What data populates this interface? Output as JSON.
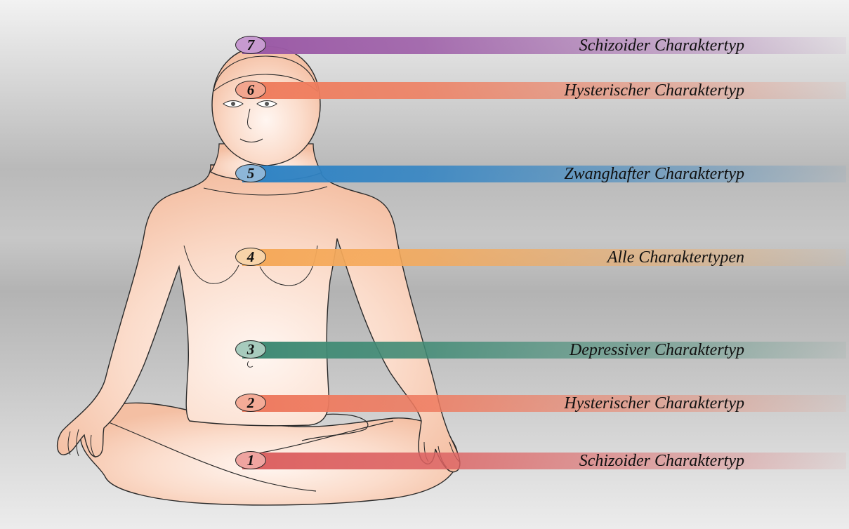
{
  "colors": {
    "band_7": "#9b5aa6",
    "band_6": "#ef7d5e",
    "band_5": "#2f83c4",
    "band_4": "#f5a95a",
    "band_3": "#3f8a74",
    "band_2": "#ee7a5f",
    "band_1": "#dc6161",
    "skin": "#f9d2bd",
    "outline": "#2a2a2a"
  },
  "levels": [
    {
      "number": "7",
      "label": "Schizoider Charaktertyp",
      "color": "#9b5aa6",
      "badge": "#c79ad0"
    },
    {
      "number": "6",
      "label": "Hysterischer Charaktertyp",
      "color": "#ef7d5e",
      "badge": "#f3a58e"
    },
    {
      "number": "5",
      "label": "Zwanghafter Charaktertyp",
      "color": "#2f83c4",
      "badge": "#8db6d8"
    },
    {
      "number": "4",
      "label": "Alle Charaktertypen",
      "color": "#f5a95a",
      "badge": "#f8d4a9"
    },
    {
      "number": "3",
      "label": "Depressiver Charaktertyp",
      "color": "#3f8a74",
      "badge": "#a7cbbd"
    },
    {
      "number": "2",
      "label": "Hysterischer Charaktertyp",
      "color": "#ee7a5f",
      "badge": "#f4ab97"
    },
    {
      "number": "1",
      "label": "Schizoider Charaktertyp",
      "color": "#dc6161",
      "badge": "#efa4a0"
    }
  ]
}
